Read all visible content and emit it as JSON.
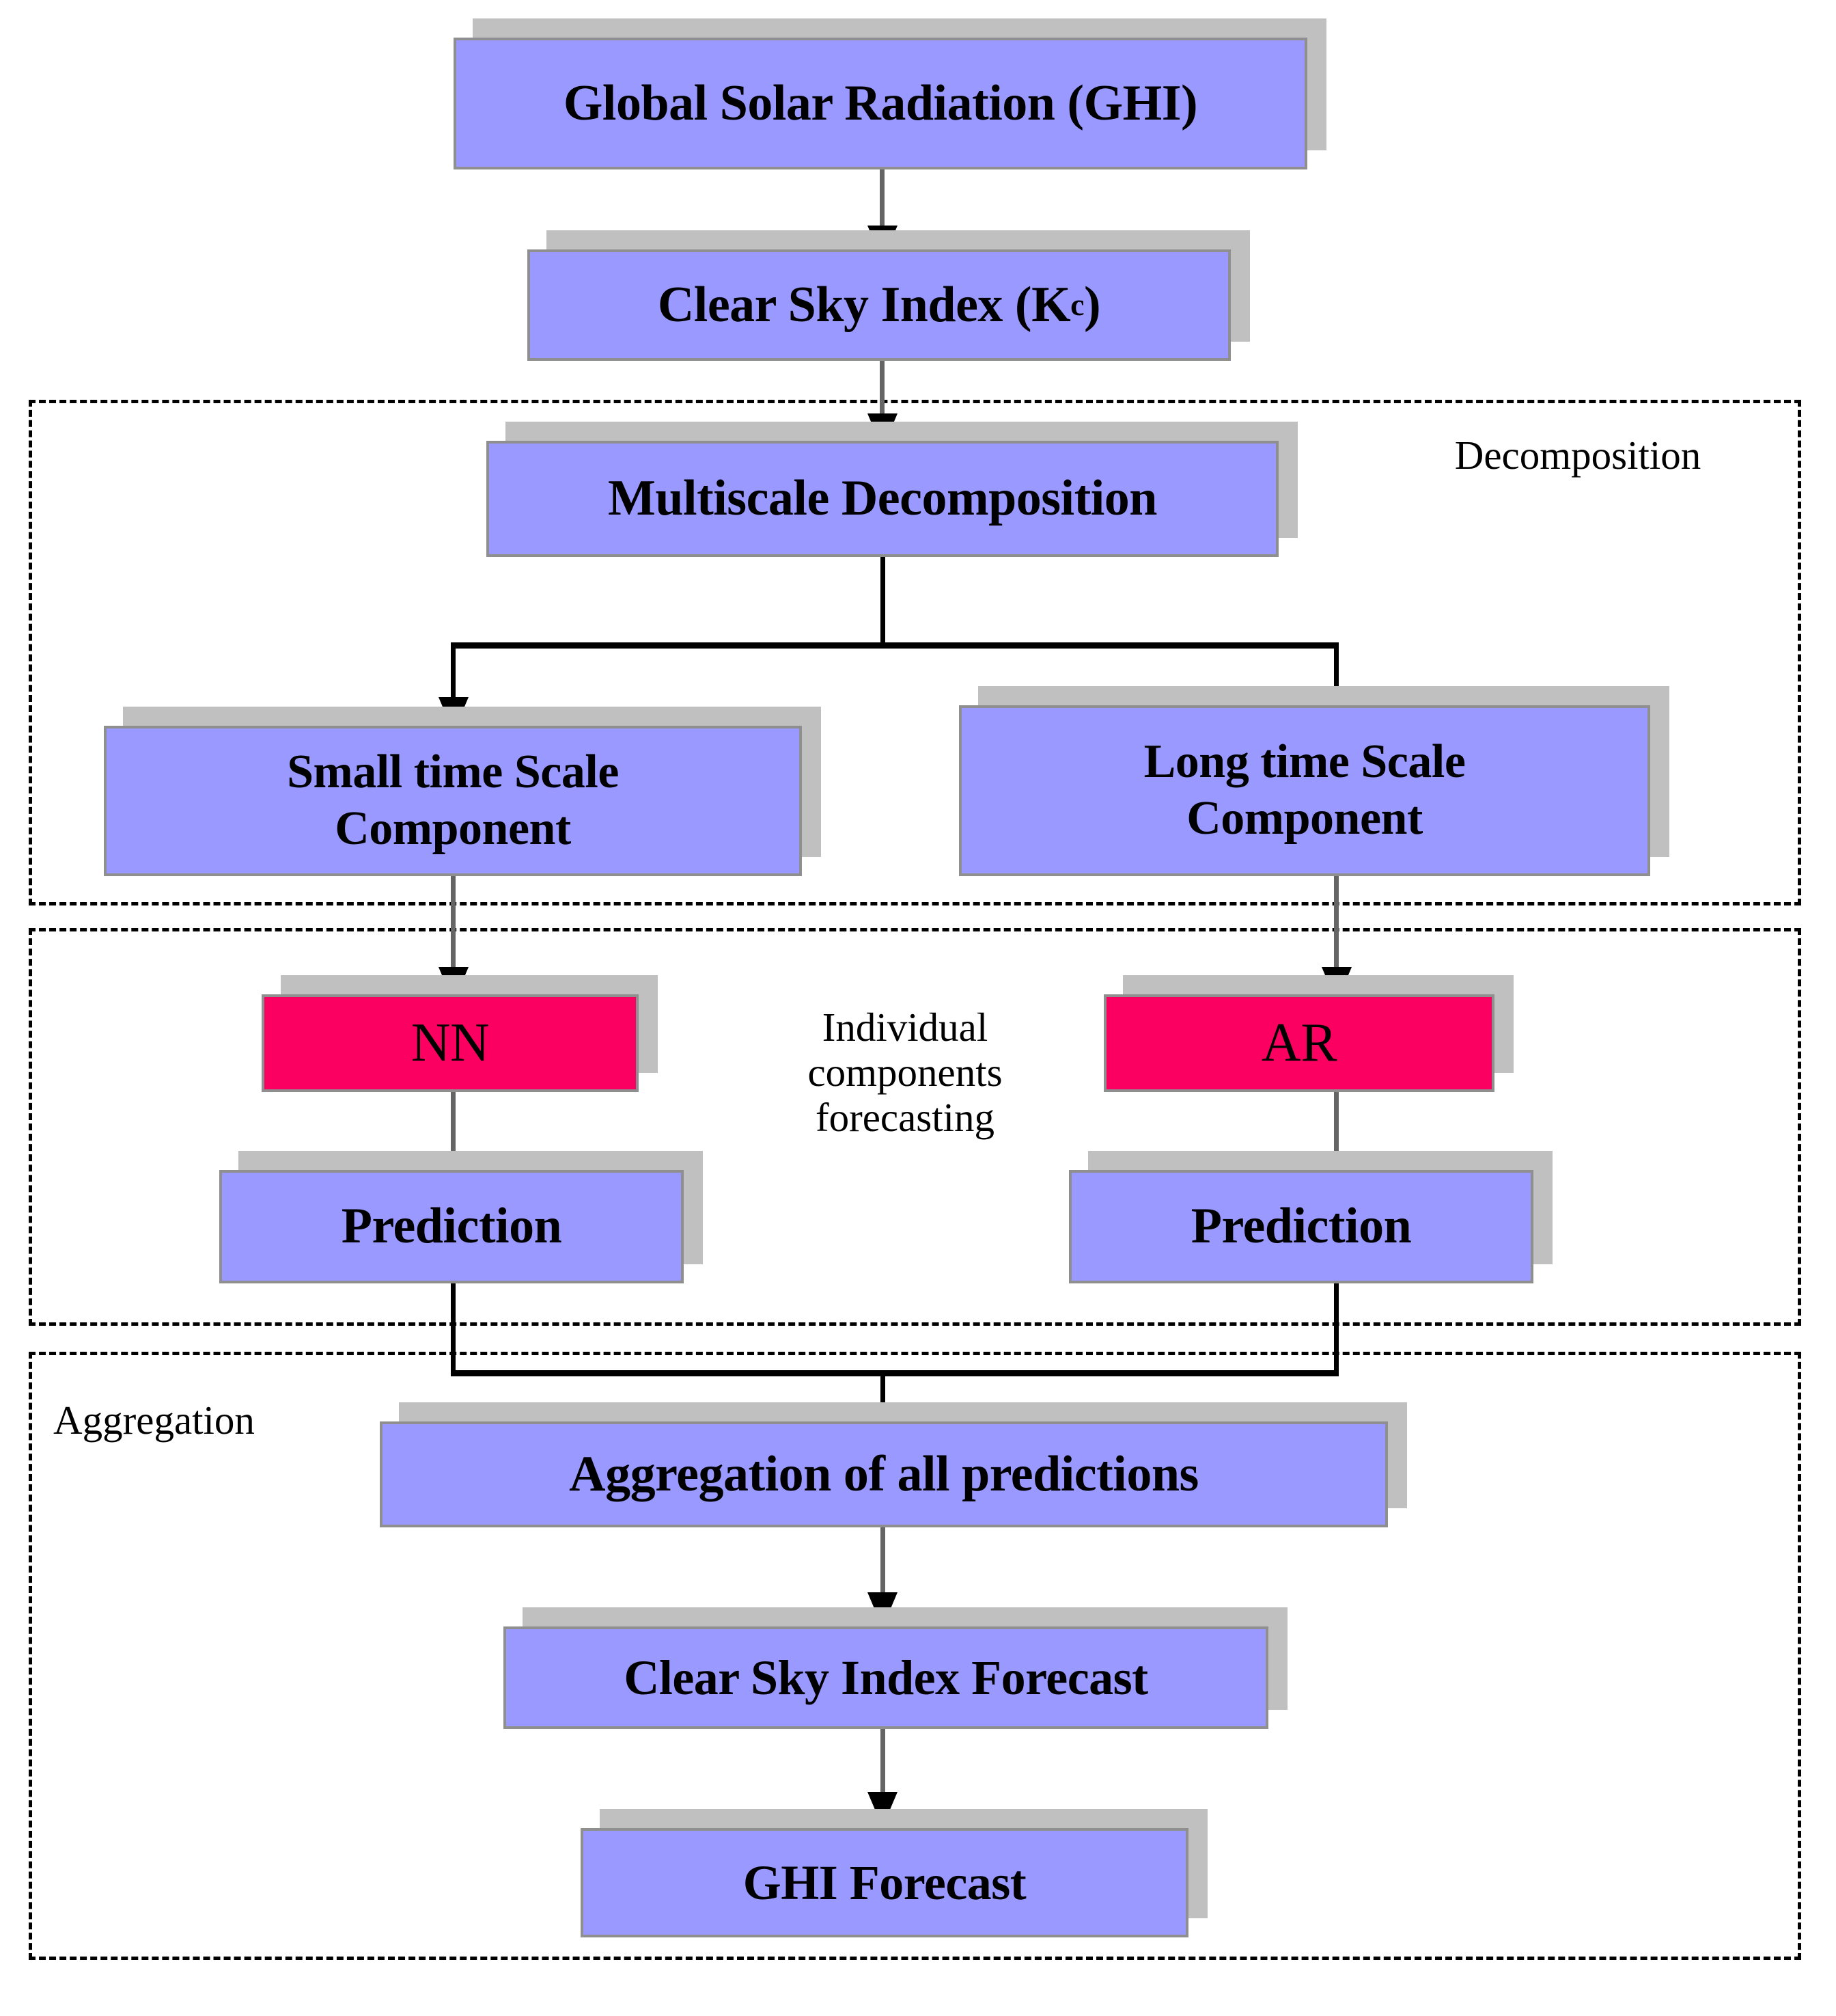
{
  "diagram": {
    "title": "Solar radiation multiscale decomposition forecasting flowchart",
    "colors": {
      "node_fill": "#9999FF",
      "model_fill": "#FB0060",
      "node_border": "#8F8F8F",
      "shadow": "#C0C0C0",
      "connector": "#656565",
      "frame": "#000000"
    }
  },
  "sections": [
    {
      "id": "decomposition",
      "label": "Decomposition"
    },
    {
      "id": "individual",
      "label": "Individual\ncomponents\nforecasting"
    },
    {
      "id": "aggregation",
      "label": "Aggregation"
    }
  ],
  "nodes": {
    "ghi_input": "Global Solar Radiation (GHI)",
    "clear_sky_index_prefix": "Clear Sky Index (K",
    "clear_sky_index_sub": "c",
    "clear_sky_index_suffix": ")",
    "multiscale_decomposition": "Multiscale Decomposition",
    "small_scale_component": "Small time Scale\nComponent",
    "long_scale_component": "Long time Scale\nComponent",
    "model_nn": "NN",
    "model_ar": "AR",
    "prediction_left": "Prediction",
    "prediction_right": "Prediction",
    "aggregation_all": "Aggregation of all predictions",
    "clear_sky_index_forecast": "Clear Sky Index Forecast",
    "ghi_forecast": "GHI Forecast"
  }
}
